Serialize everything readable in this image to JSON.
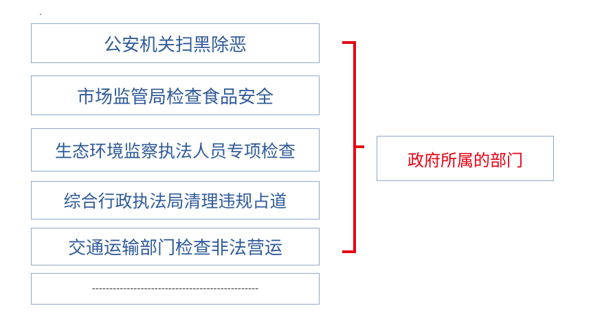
{
  "items": [
    "公安机关扫黑除恶",
    "市场监管局检查食品安全",
    "生态环境监察执法人员专项检查",
    "综合行政执法局清理违规占道",
    "交通运输部门检查非法营运",
    "------------------------------------------------"
  ],
  "summary_label": "政府所属的部门",
  "colors": {
    "box_border": "#8fa6c6",
    "item_text": "#2f5b99",
    "bracket": "#e60012",
    "summary_text": "#e60012"
  }
}
